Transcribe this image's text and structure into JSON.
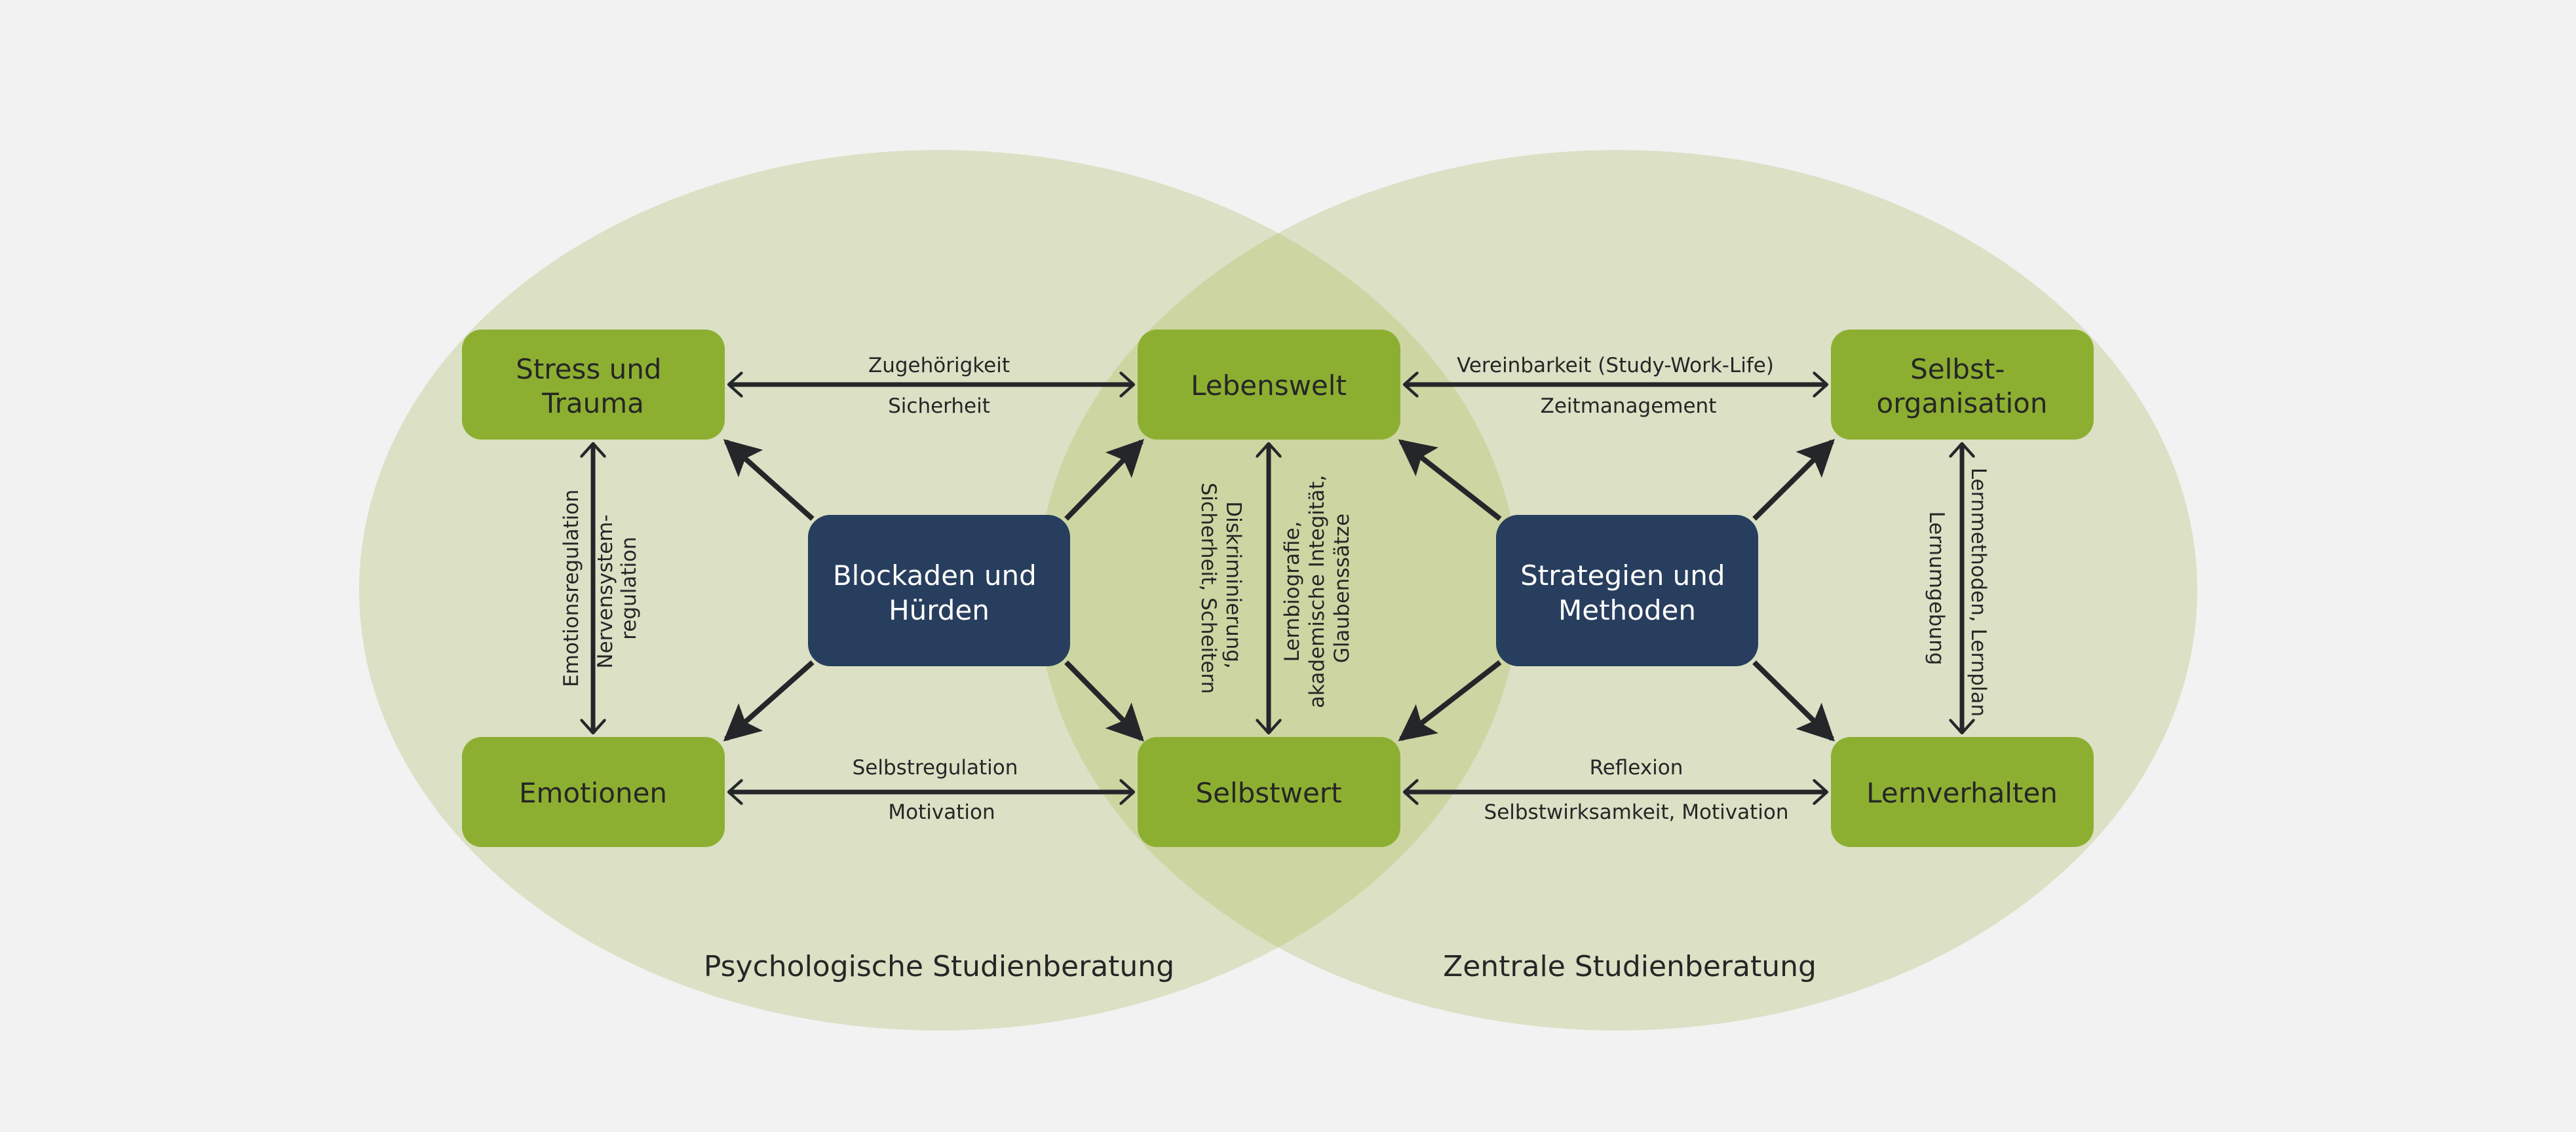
{
  "colors": {
    "background": "#f2f2f2",
    "ellipse_fill": "#dce0c5",
    "ellipse_overlap": "#cdd5a3",
    "green_node": "#8daf31",
    "dark_node": "#283e5e",
    "text_dark": "#262626",
    "text_light": "#ffffff",
    "arrow": "#252629"
  },
  "regions": {
    "left": {
      "label": "Psychologische Studienberatung"
    },
    "right": {
      "label": "Zentrale Studienberatung"
    }
  },
  "nodes": {
    "stress": {
      "lines": [
        "Stress und",
        "Trauma"
      ],
      "kind": "green"
    },
    "lebenswelt": {
      "lines": [
        "Lebenswelt"
      ],
      "kind": "green"
    },
    "selbstorganisation": {
      "lines": [
        "Selbst-",
        "organisation"
      ],
      "kind": "green"
    },
    "emotionen": {
      "lines": [
        "Emotionen"
      ],
      "kind": "green"
    },
    "selbstwert": {
      "lines": [
        "Selbstwert"
      ],
      "kind": "green"
    },
    "lernverhalten": {
      "lines": [
        "Lernverhalten"
      ],
      "kind": "green"
    },
    "blockaden": {
      "lines": [
        "Blockaden und",
        "Hürden"
      ],
      "kind": "dark"
    },
    "strategien": {
      "lines": [
        "Strategien und",
        "Methoden"
      ],
      "kind": "dark"
    }
  },
  "edges": {
    "stress_lebenswelt": {
      "label_above": "Zugehörigkeit",
      "label_below": "Sicherheit",
      "direction": "both"
    },
    "lebenswelt_selbstorganisation": {
      "label_above": "Vereinbarkeit (Study-Work-Life)",
      "label_below": "Zeitmanagement",
      "direction": "both"
    },
    "emotionen_selbstwert": {
      "label_above": "Selbstregulation",
      "label_below": "Motivation",
      "direction": "both"
    },
    "selbstwert_lernverhalten": {
      "label_above": "Reflexion",
      "label_below": "Selbstwirksamkeit, Motivation",
      "direction": "both"
    },
    "stress_emotionen": {
      "label_left": "Emotionsregulation",
      "label_right": [
        "Nervensystem-",
        "regulation"
      ],
      "direction": "both"
    },
    "lebenswelt_selbstwert": {
      "label_left": [
        "Diskriminierung,",
        "Sicherheit, Scheitern"
      ],
      "label_right": [
        "Lernbiografie,",
        "akademische Integität,",
        "Glaubenssätze"
      ],
      "direction": "both"
    },
    "selbstorganisation_lernverhalten": {
      "label_left": "Lernumgebung",
      "label_right": "Lernmethoden, Lernplan",
      "direction": "both"
    },
    "blockaden_outgoing": {
      "targets": [
        "Stress und Trauma",
        "Lebenswelt",
        "Emotionen",
        "Selbstwert"
      ],
      "direction": "forward"
    },
    "strategien_outgoing": {
      "targets": [
        "Lebenswelt",
        "Selbst-organisation",
        "Selbstwert",
        "Lernverhalten"
      ],
      "direction": "forward"
    }
  }
}
